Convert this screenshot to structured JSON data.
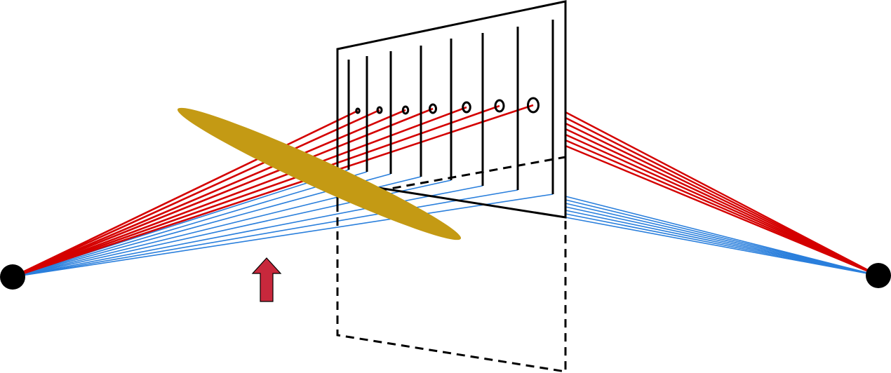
{
  "colors": {
    "ray_top": "#d40000",
    "ray_bottom": "#2a7fdc",
    "lens": "#c49a14",
    "arrow": "#c8283c",
    "frame": "#000000"
  },
  "diagram": {
    "ray_pairs": 7,
    "aperture_sizes": [
      1,
      2,
      3,
      4,
      5,
      6,
      7
    ]
  }
}
